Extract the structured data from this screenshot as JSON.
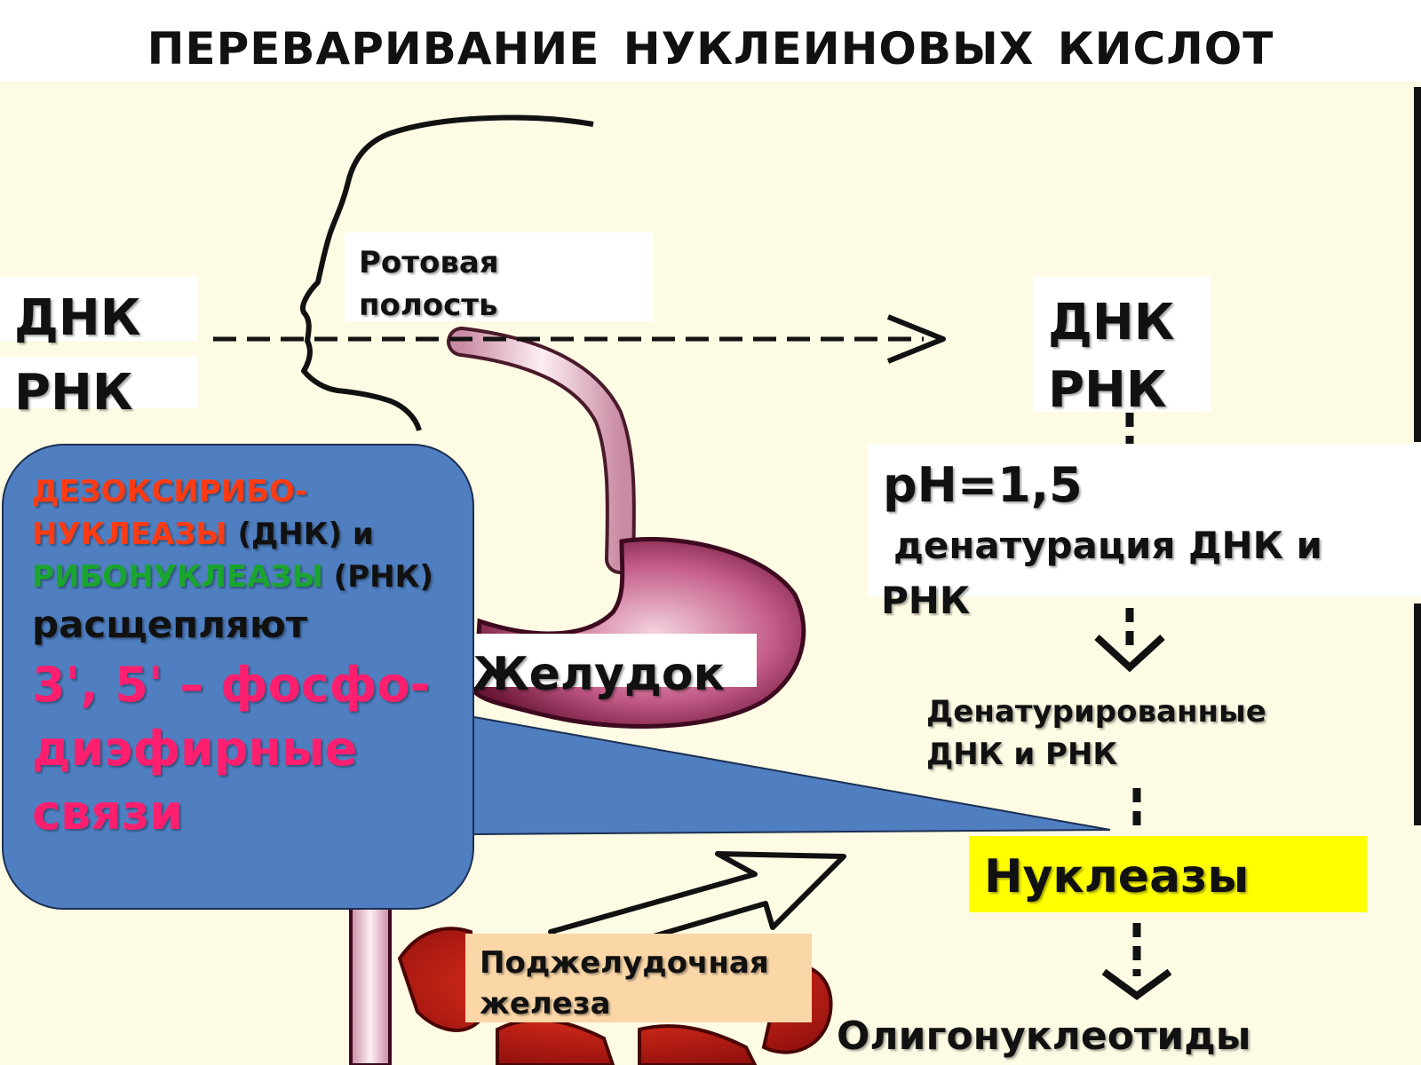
{
  "title": "ПЕРЕВАРИВАНИЕ  НУКЛЕИНОВЫХ   КИСЛОТ",
  "colors": {
    "background": "#fdfbe4",
    "panel": "#4f7fc1",
    "highlight": "#ffff00",
    "deoxy_label": "#ff3b14",
    "ribo_label": "#1aa62e",
    "bond_label": "#ff1f6e",
    "pancreas_label_bg": "#fbd7a8"
  },
  "left": {
    "dna": "ДНК",
    "rna": "РНК"
  },
  "mouth": {
    "line1": "Ротовая",
    "line2": "полость"
  },
  "right_top": {
    "dna": "ДНК",
    "rna": "РНК"
  },
  "ph": {
    "value": "pH=1,5",
    "line1": "денатурация ДНК и",
    "line2": "РНК"
  },
  "denatured": {
    "line1": "Денатурированные",
    "line2": "ДНК и РНК"
  },
  "nucleases": "Нуклеазы",
  "oligo": "Олигонуклеотиды",
  "stomach": "Желудок",
  "pancreas": {
    "line1": "Поджелудочная",
    "line2": "железа"
  },
  "panel": {
    "deoxy_part1": "ДЕЗОКСИРИБО-",
    "deoxy_part2": "НУКЛЕАЗЫ",
    "dna_abbr": "(ДНК) и",
    "ribo": "РИБОНУКЛЕАЗЫ",
    "rna_abbr": "(РНК)",
    "verb": "расщепляют",
    "bonds": "3', 5' – фосфо-диэфирные связи"
  },
  "icons": [
    "head-profile-outline",
    "esophagus-tube",
    "stomach-organ",
    "pancreas-organ",
    "dashed-arrow",
    "block-arrow"
  ]
}
